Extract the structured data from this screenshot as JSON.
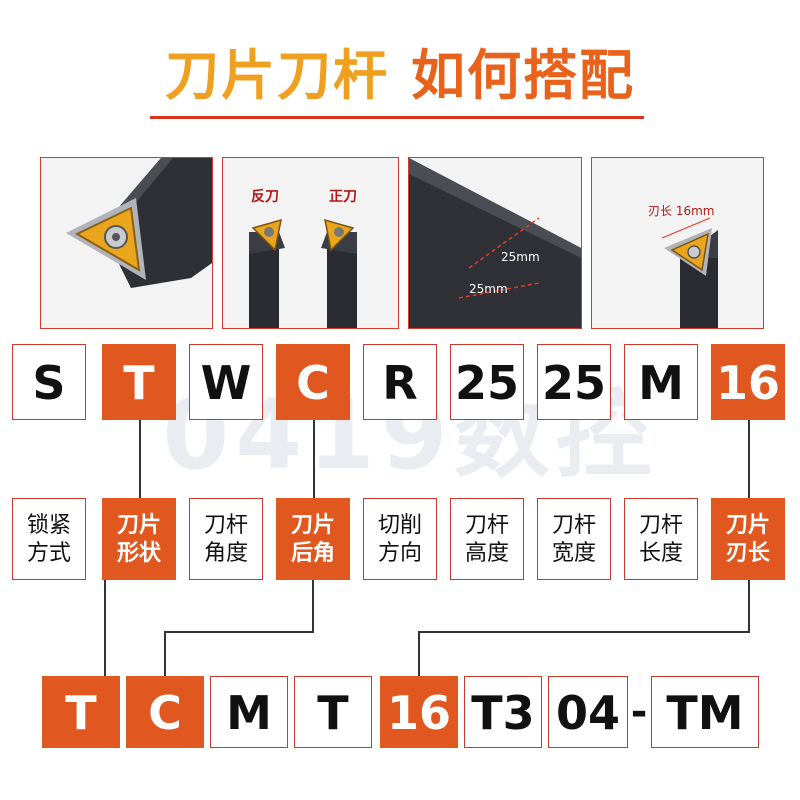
{
  "title": {
    "part1": "刀片刀杆",
    "part2": "如何搭配"
  },
  "photos": {
    "reverse_label": "反刀",
    "forward_label": "正刀",
    "dim_height": "25mm",
    "dim_width": "25mm",
    "edge_length": "刃长 16mm"
  },
  "watermark": "0419数控",
  "holder_code": [
    "S",
    "T",
    "W",
    "C",
    "R",
    "25",
    "25",
    "M",
    "16"
  ],
  "descriptions": [
    [
      "锁紧",
      "方式"
    ],
    [
      "刀片",
      "形状"
    ],
    [
      "刀杆",
      "角度"
    ],
    [
      "刀片",
      "后角"
    ],
    [
      "切削",
      "方向"
    ],
    [
      "刀杆",
      "高度"
    ],
    [
      "刀杆",
      "宽度"
    ],
    [
      "刀杆",
      "长度"
    ],
    [
      "刀片",
      "刃长"
    ]
  ],
  "insert_code": [
    "T",
    "C",
    "M",
    "T",
    "16",
    "T3",
    "04",
    "TM"
  ],
  "insert_dash": "-",
  "colors": {
    "accent": "#e0581f",
    "border": "#c93a2a",
    "title_gold": "#f0a020",
    "title_orange": "#e8621c"
  }
}
